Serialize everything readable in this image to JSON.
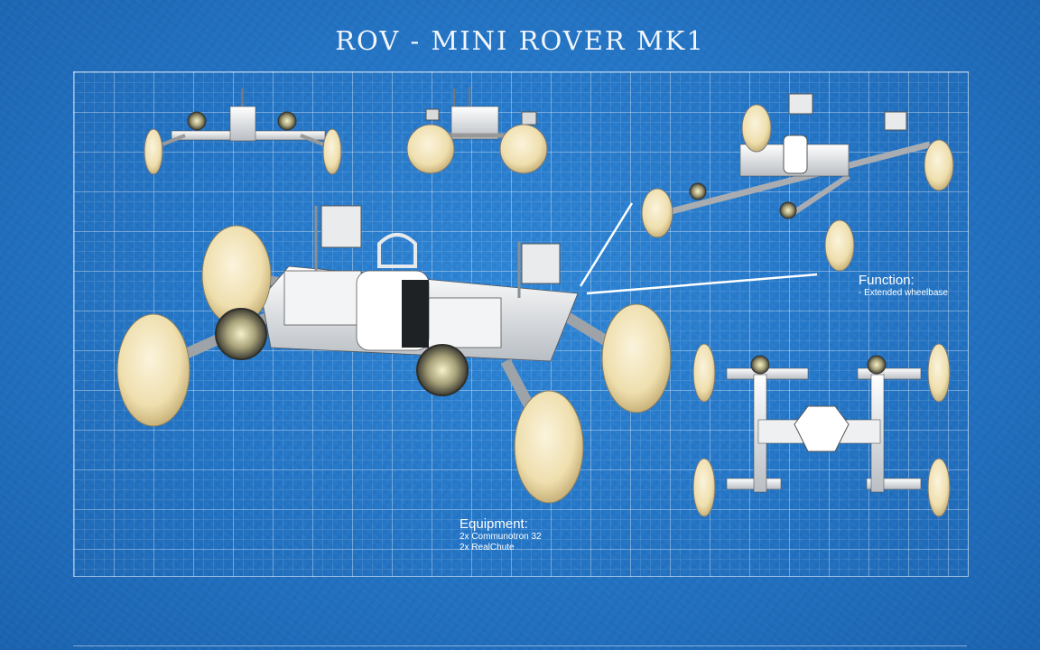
{
  "title": "ROV - MINI ROVER MK1",
  "function_note": {
    "heading": "Function:",
    "lines": [
      "- Extended wheelbase"
    ]
  },
  "equipment_note": {
    "heading": "Equipment:",
    "lines": [
      "2x Communotron 32",
      "2x RealChute"
    ]
  },
  "colors": {
    "background": "#2577c8",
    "grid": "#ffffff",
    "tire": "#f1e3b8",
    "frame": "#e4e7ea",
    "lamp": "#6e6a58"
  }
}
